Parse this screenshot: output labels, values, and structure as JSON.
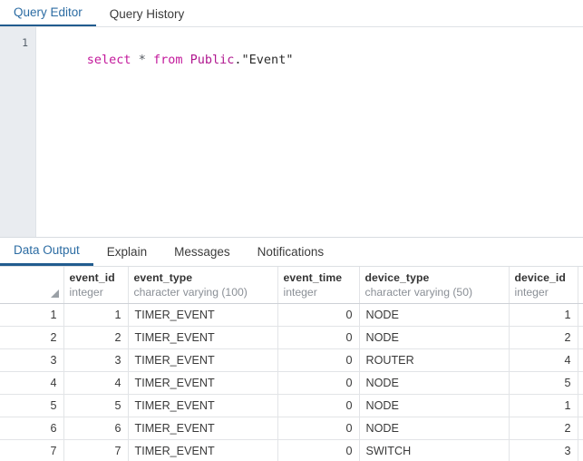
{
  "top_tabs": [
    {
      "label": "Query Editor",
      "active": true
    },
    {
      "label": "Query History",
      "active": false
    }
  ],
  "editor": {
    "line_number": "1",
    "tokens": [
      {
        "text": "select",
        "kind": "keyword"
      },
      {
        "text": " ",
        "kind": "plain"
      },
      {
        "text": "*",
        "kind": "operator"
      },
      {
        "text": " ",
        "kind": "plain"
      },
      {
        "text": "from",
        "kind": "keyword"
      },
      {
        "text": " ",
        "kind": "plain"
      },
      {
        "text": "Public",
        "kind": "identifier"
      },
      {
        "text": ".\"Event\"",
        "kind": "plain"
      }
    ],
    "full_text": "select * from Public.\"Event\""
  },
  "bottom_tabs": [
    {
      "label": "Data Output",
      "active": true
    },
    {
      "label": "Explain",
      "active": false
    },
    {
      "label": "Messages",
      "active": false
    },
    {
      "label": "Notifications",
      "active": false
    }
  ],
  "grid": {
    "columns": [
      {
        "name": "event_id",
        "type": "integer"
      },
      {
        "name": "event_type",
        "type": "character varying (100)"
      },
      {
        "name": "event_time",
        "type": "integer"
      },
      {
        "name": "device_type",
        "type": "character varying (50)"
      },
      {
        "name": "device_id",
        "type": "integer"
      }
    ],
    "rows": [
      {
        "n": "1",
        "cells": [
          "1",
          "TIMER_EVENT",
          "0",
          "NODE",
          "1"
        ]
      },
      {
        "n": "2",
        "cells": [
          "2",
          "TIMER_EVENT",
          "0",
          "NODE",
          "2"
        ]
      },
      {
        "n": "3",
        "cells": [
          "3",
          "TIMER_EVENT",
          "0",
          "ROUTER",
          "4"
        ]
      },
      {
        "n": "4",
        "cells": [
          "4",
          "TIMER_EVENT",
          "0",
          "NODE",
          "5"
        ]
      },
      {
        "n": "5",
        "cells": [
          "5",
          "TIMER_EVENT",
          "0",
          "NODE",
          "1"
        ]
      },
      {
        "n": "6",
        "cells": [
          "6",
          "TIMER_EVENT",
          "0",
          "NODE",
          "2"
        ]
      },
      {
        "n": "7",
        "cells": [
          "7",
          "TIMER_EVENT",
          "0",
          "SWITCH",
          "3"
        ]
      }
    ]
  },
  "colors": {
    "tab_active": "#2c6ca3",
    "tab_underline": "#215c8f",
    "sql_keyword": "#c3189b",
    "gutter_bg": "#e9ecf0",
    "grid_border": "#e2e4e7"
  }
}
